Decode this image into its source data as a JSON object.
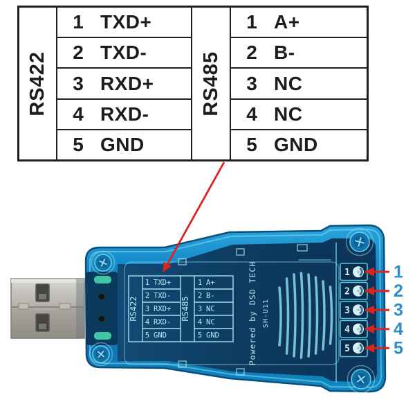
{
  "pinout_table": {
    "rs422": {
      "name": "RS422",
      "pins": [
        [
          "1",
          "TXD+"
        ],
        [
          "2",
          "TXD-"
        ],
        [
          "3",
          "RXD+"
        ],
        [
          "4",
          "RXD-"
        ],
        [
          "5",
          "GND"
        ]
      ]
    },
    "rs485": {
      "name": "RS485",
      "pins": [
        [
          "1",
          "A+"
        ],
        [
          "2",
          "B-"
        ],
        [
          "3",
          "NC"
        ],
        [
          "4",
          "NC"
        ],
        [
          "5",
          "GND"
        ]
      ]
    }
  },
  "device": {
    "branding": "Powered by DSD TECH",
    "model": "SH-U11",
    "pcb_table": {
      "rs422": {
        "name": "RS422",
        "pins": [
          [
            "1",
            "TXD+"
          ],
          [
            "2",
            "TXD-"
          ],
          [
            "3",
            "RXD+"
          ],
          [
            "4",
            "RXD-"
          ],
          [
            "5",
            "GND"
          ]
        ]
      },
      "rs485": {
        "name": "RS485",
        "pins": [
          [
            "1",
            "A+"
          ],
          [
            "2",
            "B-"
          ],
          [
            "3",
            "NC"
          ],
          [
            "4",
            "NC"
          ],
          [
            "5",
            "GND"
          ]
        ]
      }
    },
    "terminal_numbers": [
      "1",
      "2",
      "3",
      "4",
      "5"
    ]
  },
  "callouts": {
    "numbers": [
      "1",
      "2",
      "3",
      "4",
      "5"
    ]
  },
  "colors": {
    "arrow_red": "#dc241b",
    "callout_blue": "#2b8ec7",
    "case_blue": "#1689c8",
    "case_dark": "#0d3f66",
    "print_cyan": "#aaeaf2",
    "metal_gray": "#b5b2ac",
    "table_line": "#1f1f1f"
  }
}
